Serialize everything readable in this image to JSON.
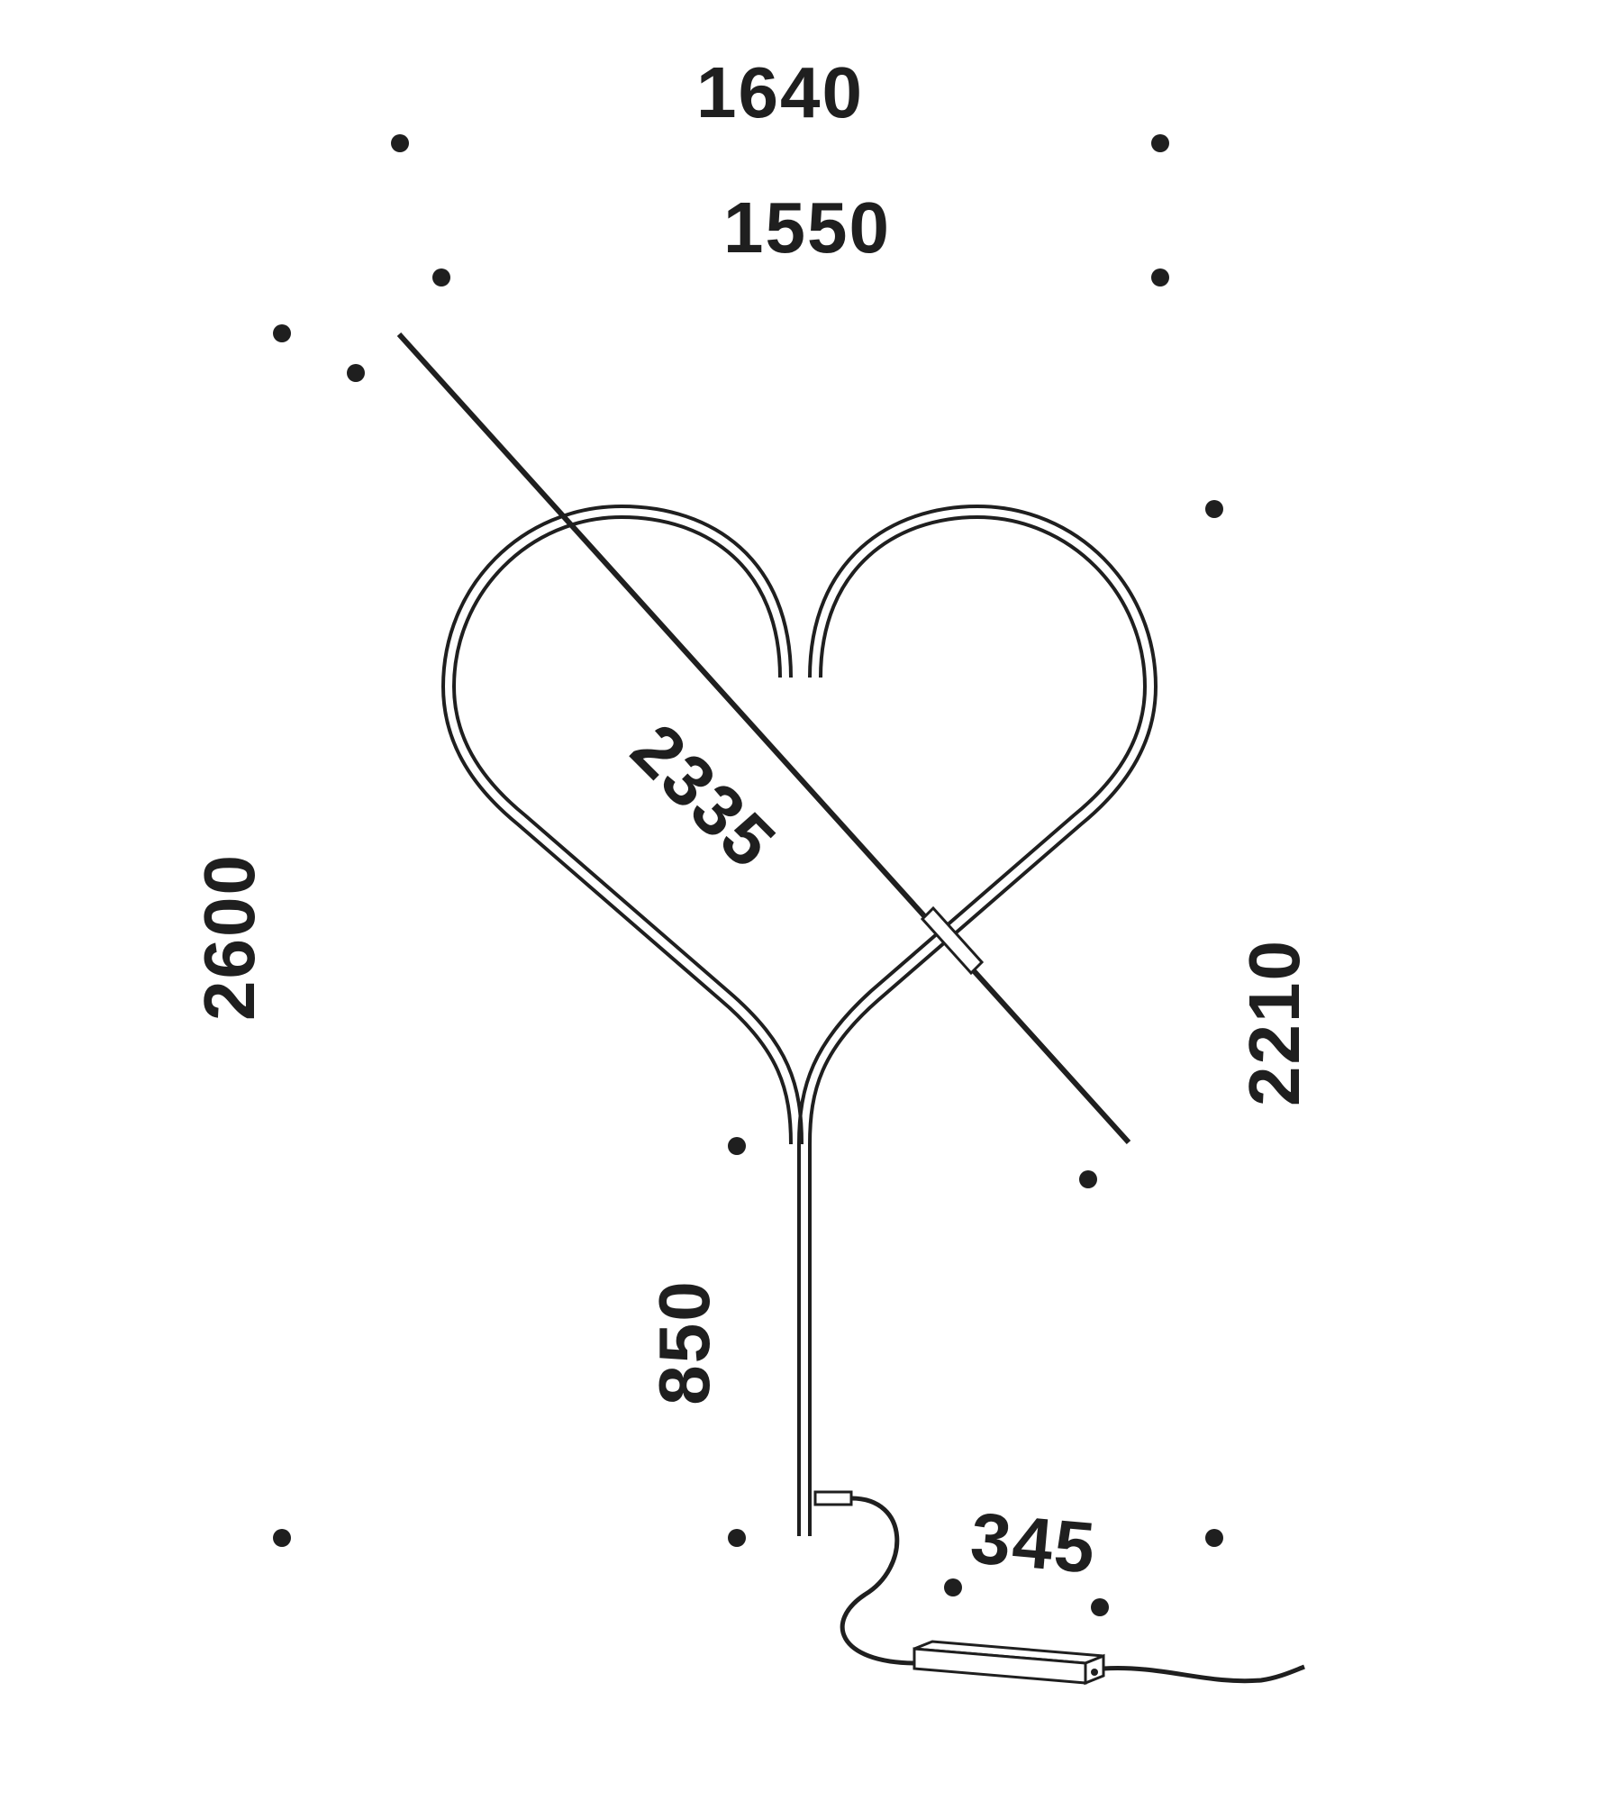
{
  "colors": {
    "line": "#1f1f1f",
    "text": "#1f1f1f",
    "background": "#ffffff"
  },
  "dimensions": {
    "outer_width": "1640",
    "inner_width": "1550",
    "arrow_length": "2335",
    "total_height": "2600",
    "arrow_height": "2210",
    "stem_height": "850",
    "driver_width": "345"
  }
}
